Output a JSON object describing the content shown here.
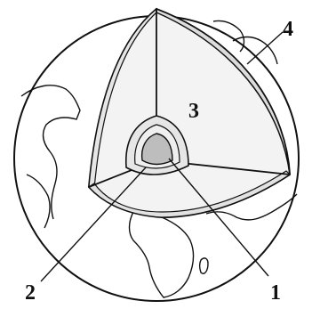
{
  "diagram": {
    "labels": {
      "inner_core": "1",
      "outer_core": "2",
      "mantle": "3",
      "crust": "4"
    },
    "colors": {
      "stroke": "#111111",
      "background": "#ffffff",
      "mantle_fill": "#f3f3f3",
      "outer_core_fill": "#e6e6e6",
      "inner_core_fill": "#bdbdbd"
    }
  }
}
